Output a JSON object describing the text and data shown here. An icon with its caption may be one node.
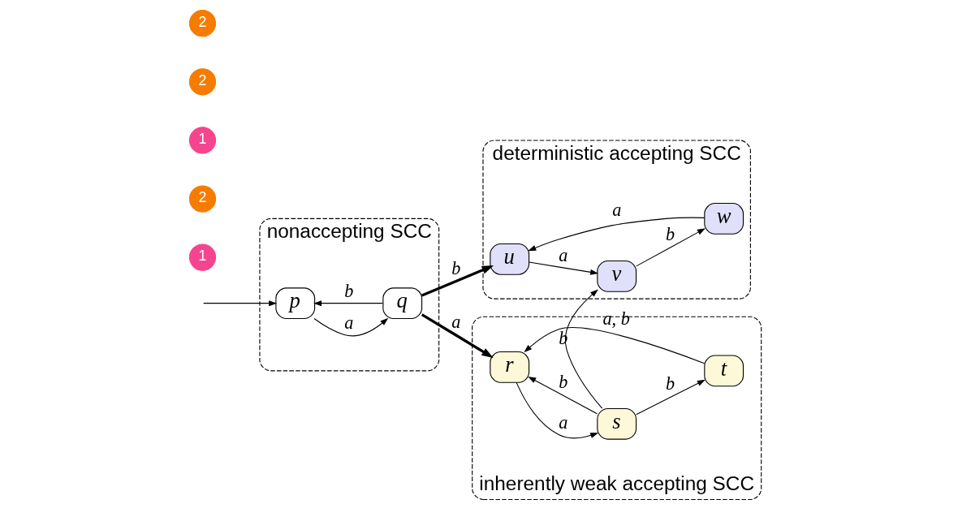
{
  "diagram": {
    "nodes": [
      {
        "text": [
          "nonaccepting SCC"
        ]
      },
      {
        "text": [
          "p"
        ],
        "in": 0
      },
      {
        "text": [
          "q"
        ],
        "in": 0
      },
      {
        "text": [
          "deterministic accepting SCC"
        ]
      },
      {
        "text": [
          "u"
        ],
        "in": 3
      },
      {
        "text": [
          "v"
        ],
        "in": 3
      },
      {
        "text": [
          "w"
        ],
        "in": 3
      },
      {
        "text": [
          "inherently weak accepting SCC"
        ]
      },
      {
        "text": [
          "r"
        ],
        "in": 7
      },
      {
        "text": [
          "s"
        ],
        "in": 7
      },
      {
        "text": [
          "t"
        ],
        "in": 7
      }
    ],
    "edges": [
      {
        "from": null,
        "to": 1,
        "arrow": "to"
      },
      {
        "from": 1,
        "to": 2,
        "arrow": "to",
        "label": "a"
      },
      {
        "from": 2,
        "to": 1,
        "arrow": "to",
        "label": "b"
      },
      {
        "from": 2,
        "to": 4,
        "arrow": "to",
        "label": "b",
        "style": "thick"
      },
      {
        "from": 2,
        "to": 8,
        "arrow": "to",
        "label": "a",
        "style": "thick"
      },
      {
        "from": 6,
        "to": 4,
        "arrow": "to",
        "label": "a"
      },
      {
        "from": 4,
        "to": 5,
        "arrow": "to",
        "label": "a"
      },
      {
        "from": 5,
        "to": 6,
        "arrow": "to",
        "label": "b"
      },
      {
        "from": 9,
        "to": 5,
        "arrow": "to",
        "label": "b"
      },
      {
        "from": 8,
        "to": 9,
        "arrow": "to",
        "label": "a"
      },
      {
        "from": 9,
        "to": 10,
        "arrow": "to",
        "label": "b"
      },
      {
        "from": 9,
        "to": 8,
        "arrow": "to",
        "label": "b"
      },
      {
        "from": 10,
        "to": 8,
        "arrow": "to",
        "label": "a, b"
      }
    ],
    "labels": [
      "1",
      "2",
      "1",
      "2",
      "2"
    ]
  }
}
